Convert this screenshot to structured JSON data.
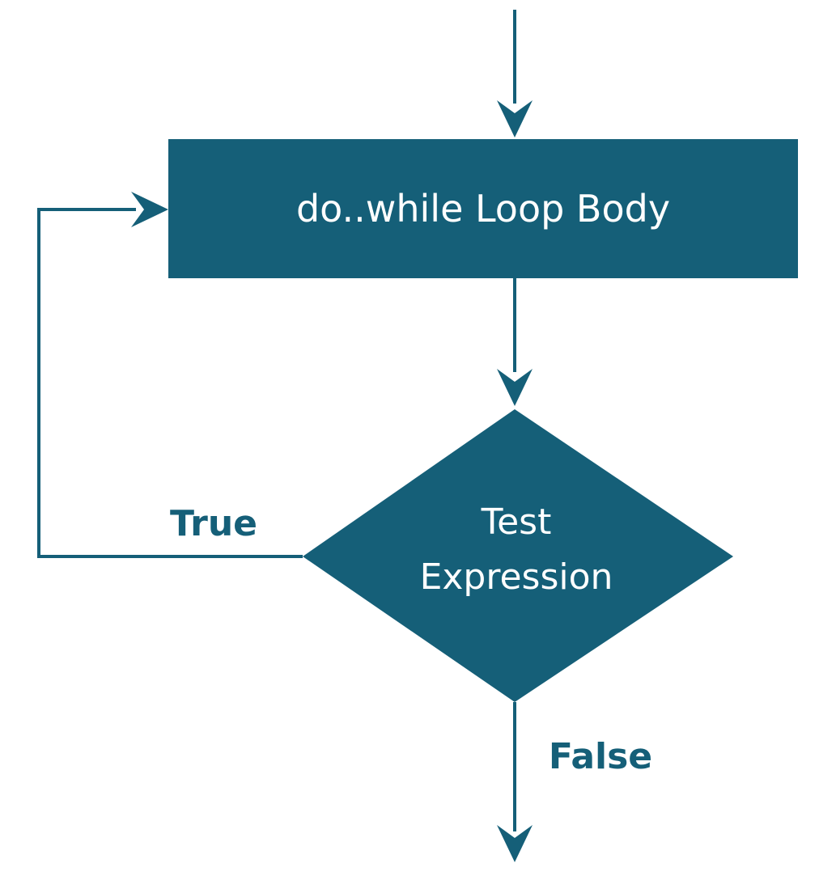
{
  "colors": {
    "primary": "#155f78",
    "text_on_primary": "#ffffff",
    "background": "#ffffff"
  },
  "nodes": {
    "loop_body": {
      "label": "do..while Loop Body"
    },
    "test_expression": {
      "label_line1": "Test",
      "label_line2": "Expression"
    }
  },
  "edges": {
    "true_label": "True",
    "false_label": "False"
  }
}
